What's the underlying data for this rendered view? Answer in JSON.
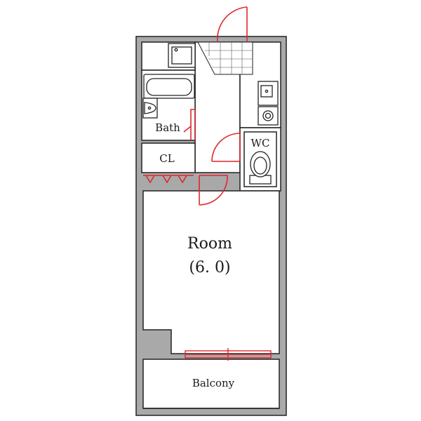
{
  "floor_plan": {
    "rooms": {
      "bath": "Bath",
      "closet": "CL",
      "wc": "WC",
      "room": "Room",
      "room_size": "(6. 0)",
      "balcony": "Balcony"
    },
    "colors": {
      "wall": "#a9a9a9",
      "outline": "#222222",
      "door": "#e0262b",
      "background": "#ffffff"
    }
  }
}
